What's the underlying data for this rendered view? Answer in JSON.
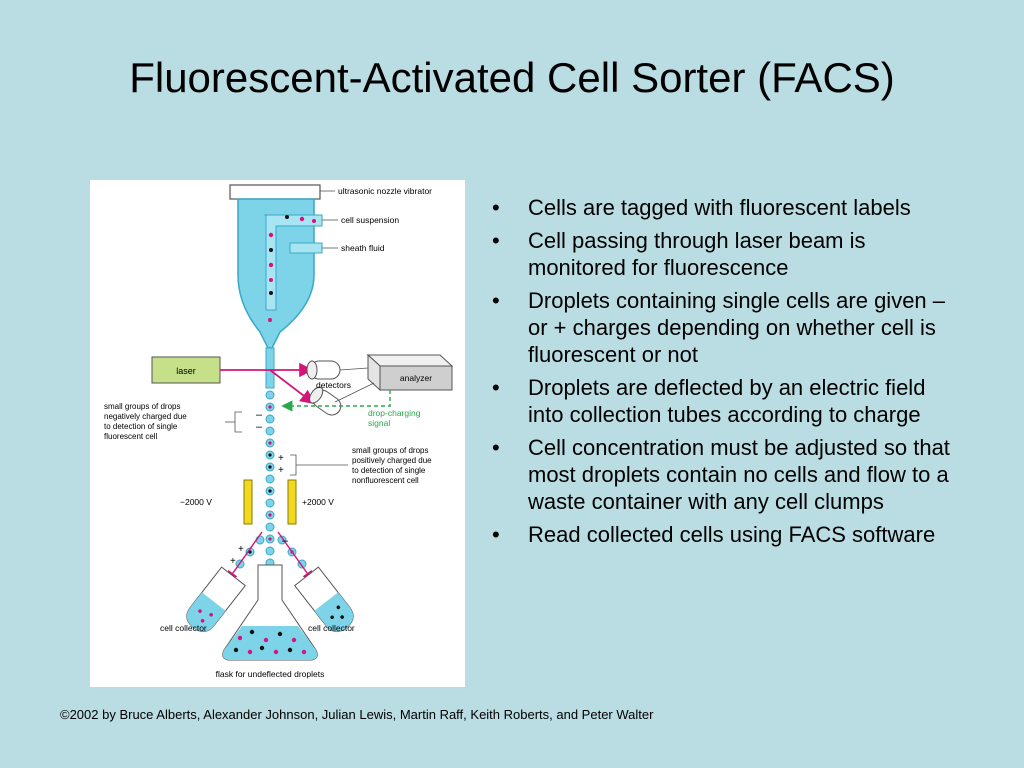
{
  "slide": {
    "title": "Fluorescent-Activated Cell Sorter (FACS)",
    "credit": "©2002 by Bruce Alberts, Alexander Johnson, Julian Lewis, Martin Raff, Keith Roberts, and Peter Walter"
  },
  "bullets": [
    "Cells are tagged with fluorescent labels",
    "Cell passing through laser beam is monitored for fluorescence",
    "Droplets containing single cells are given – or + charges depending on whether cell is fluorescent or not",
    "Droplets are deflected by an electric field into collection tubes according to charge",
    "Cell concentration must be adjusted so that most droplets contain no cells and flow to a waste container with any cell clumps",
    "Read collected cells using FACS software"
  ],
  "diagram": {
    "labels": {
      "nozzle_vibrator": "ultrasonic nozzle vibrator",
      "cell_suspension": "cell suspension",
      "sheath_fluid": "sheath fluid",
      "laser": "laser",
      "detectors": "detectors",
      "analyzer": "analyzer",
      "drop_charging_1": "drop-charging",
      "drop_charging_2": "signal",
      "neg_1": "small groups of drops",
      "neg_2": "negatively charged due",
      "neg_3": "to detection of single",
      "neg_4": "fluorescent cell",
      "pos_1": "small groups of drops",
      "pos_2": "positively charged due",
      "pos_3": "to detection of single",
      "pos_4": "nonfluorescent cell",
      "neg_voltage": "−2000 V",
      "pos_voltage": "+2000 V",
      "collector_left": "cell collector",
      "collector_right": "cell collector",
      "flask": "flask for undeflected droplets"
    },
    "colors": {
      "fluid": "#7dd3e8",
      "fluid_dark": "#3aa8c8",
      "cell_fluorescent": "#d4147a",
      "cell_plain": "#111111",
      "laser_box": "#c6e08a",
      "plates": "#f2d81e",
      "charging_signal": "#2aa84a"
    }
  }
}
